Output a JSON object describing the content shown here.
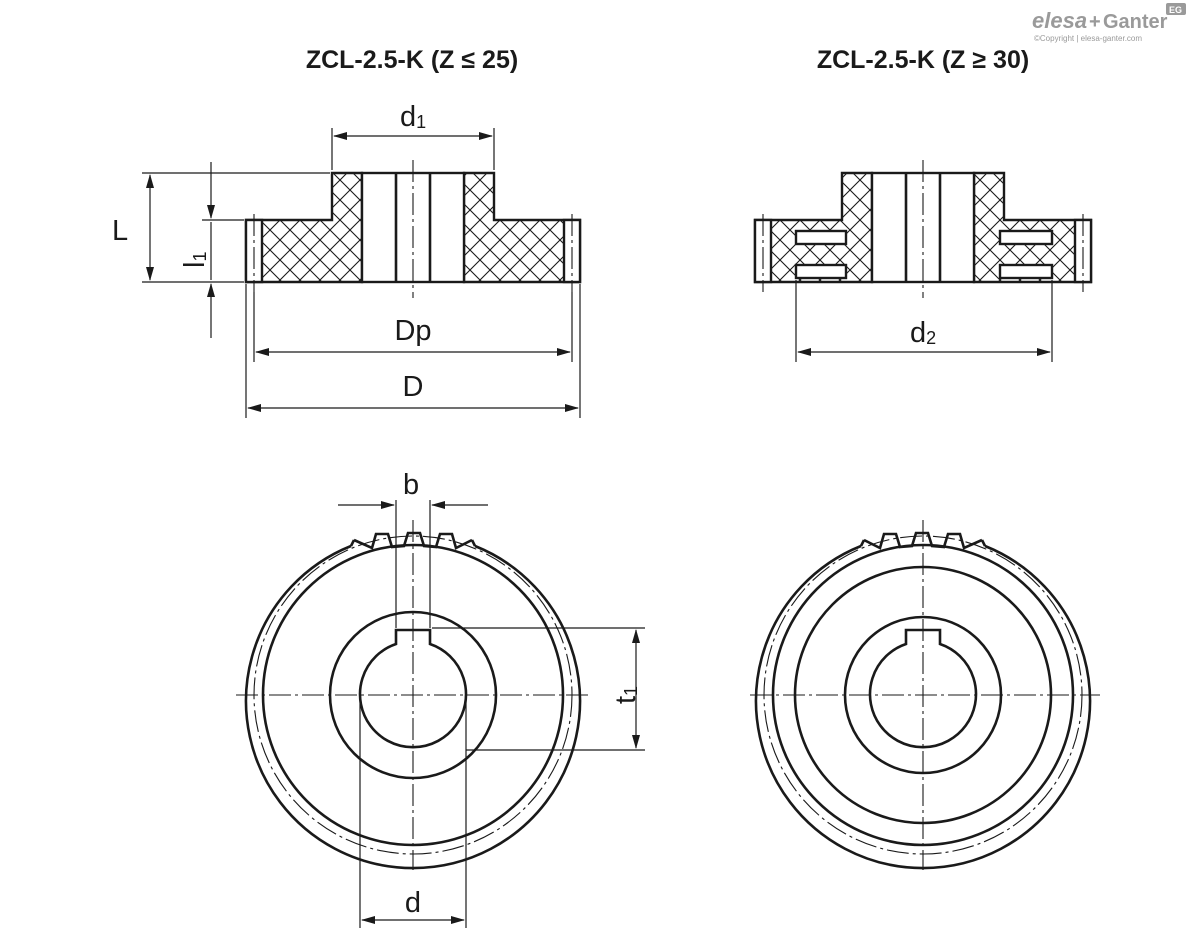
{
  "titles": {
    "left": "ZCL-2.5-K (Z ≤ 25)",
    "right": "ZCL-2.5-K (Z ≥ 30)"
  },
  "dimensions": {
    "d1": "d",
    "d1_sub": "1",
    "L": "L",
    "l1": "l",
    "l1_sub": "1",
    "Dp": "Dp",
    "D": "D",
    "d2": "d",
    "d2_sub": "2",
    "b": "b",
    "t1": "t",
    "t1_sub": "1",
    "d": "d"
  },
  "logo": {
    "brand_a": "elesa",
    "plus": "+",
    "brand_b": "Ganter",
    "badge": "EG",
    "copyright": "©Copyright | elesa-ganter.com"
  }
}
